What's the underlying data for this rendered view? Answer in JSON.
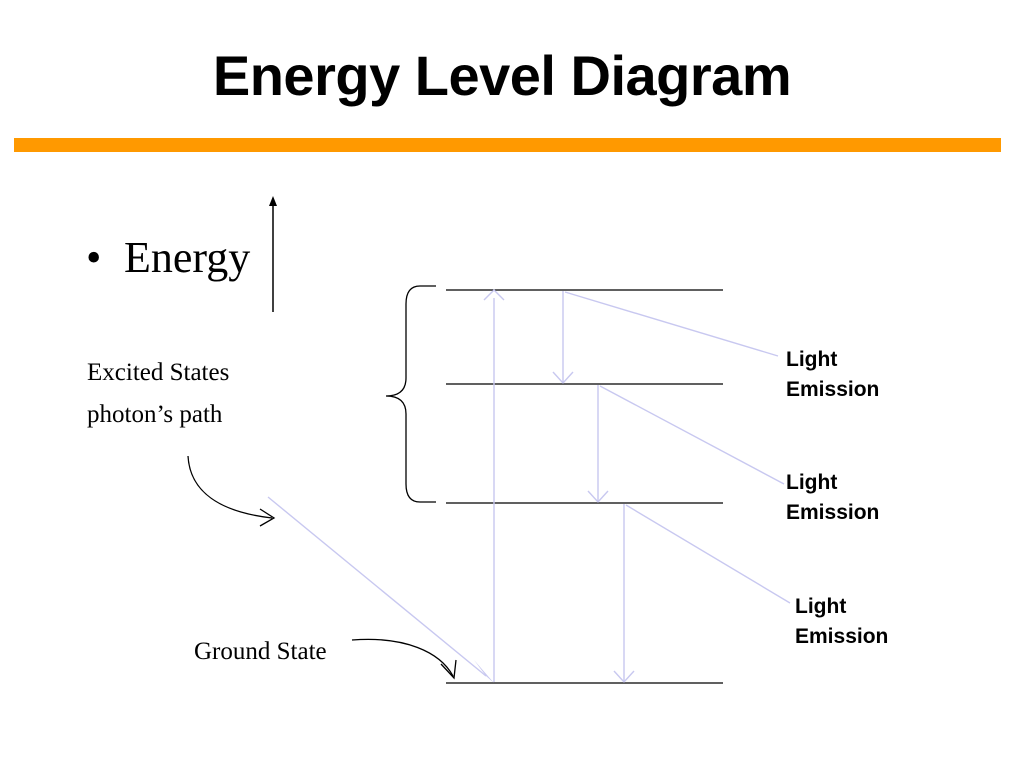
{
  "slide": {
    "title": "Energy Level Diagram",
    "bullet": "Energy",
    "labels": {
      "excited_states": "Excited States",
      "photon_path": "photon’s path",
      "ground_state": "Ground State"
    },
    "emissions": [
      {
        "line1": "Light",
        "line2": "Emission"
      },
      {
        "line1": "Light",
        "line2": "Emission"
      },
      {
        "line1": "Light",
        "line2": "Emission"
      }
    ]
  },
  "colors": {
    "accent": "#FF9900",
    "photon_line": "#C8C8F0",
    "level_line": "#000000"
  }
}
